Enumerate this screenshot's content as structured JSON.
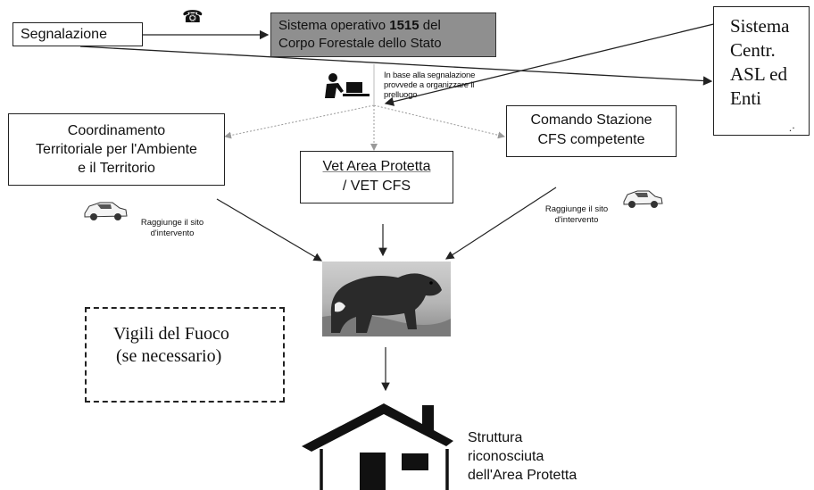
{
  "report_box": {
    "label": "Segnalazione"
  },
  "system_1515": {
    "line1_prefix": "Sistema operativo ",
    "line1_bold": "1515",
    "line1_suffix": " del",
    "line2": "Corpo Forestale dello Stato"
  },
  "central_system": {
    "line1": "Sistema",
    "line2": "Centr.",
    "line3": "ASL ed",
    "line4": "Enti"
  },
  "operator_note": {
    "line1": "In base alla segnalazione",
    "line2": "provvede a organizzare il",
    "line3": "prelluogo"
  },
  "coordination": {
    "line1": "Coordinamento",
    "line2": "Territoriale per l'Ambiente",
    "line3": "e il Territorio"
  },
  "vet": {
    "line1": "Vet Area Protetta",
    "line2": "/ VET CFS"
  },
  "command": {
    "line1": "Comando Stazione",
    "line2": "CFS competente"
  },
  "reach_left": {
    "line1": "Raggiunge il sito",
    "line2": "d'intervento"
  },
  "reach_right": {
    "line1": "Raggiunge il sito",
    "line2": "d'intervento"
  },
  "firefighters": {
    "line1": "Vigili del Fuoco",
    "line2": "(se necessario)"
  },
  "facility": {
    "line1": "Struttura",
    "line2": "riconosciuta",
    "line3": "dell'Area Protetta"
  },
  "colors": {
    "system_fill": "#8f8f8f",
    "line": "#222222",
    "dotted": "#999999"
  },
  "icons": [
    "telephone-icon",
    "operator-icon",
    "car-icon",
    "bear-photo",
    "house-icon"
  ]
}
